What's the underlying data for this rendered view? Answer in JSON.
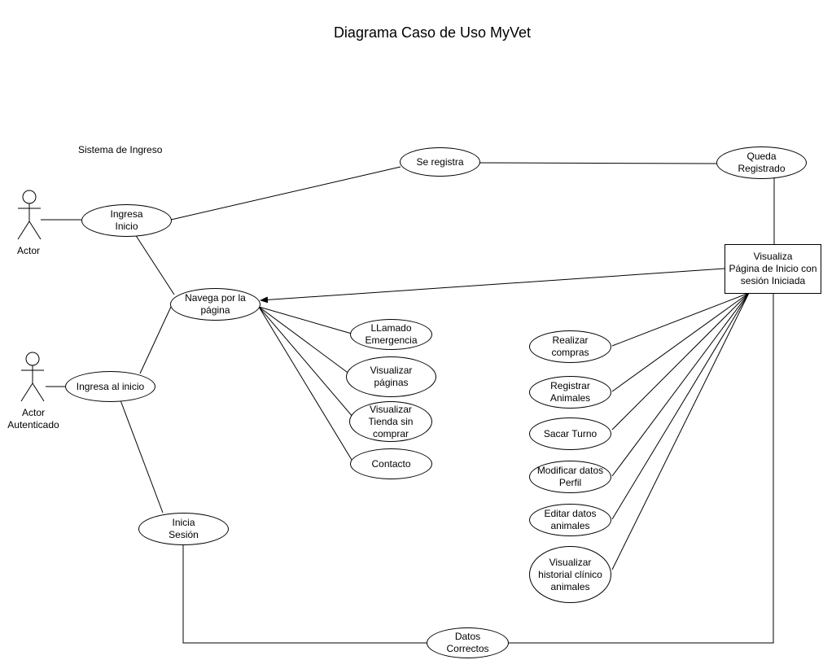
{
  "title": "Diagrama Caso de Uso MyVet",
  "system_label": "Sistema de Ingreso",
  "actors": {
    "actor": "Actor",
    "authenticated": "Actor\nAutenticado"
  },
  "use_cases": {
    "ingresa_inicio": "Ingresa\nInicio",
    "se_registra": "Se registra",
    "queda_registrado": "Queda\nRegistrado",
    "navega": "Navega por la\npágina",
    "ingresa_al_inicio": "Ingresa al inicio",
    "llamado_emergencia": "LLamado\nEmergencia",
    "visualizar_paginas": "Visualizar\npáginas",
    "visualizar_tienda": "Visualizar\nTienda sin\ncomprar",
    "contacto": "Contacto",
    "inicia_sesion": "Inicia\nSesión",
    "datos_correctos": "Datos\nCorrectos",
    "realizar_compras": "Realizar\ncompras",
    "registrar_animales": "Registrar\nAnimales",
    "sacar_turno": "Sacar Turno",
    "modificar_perfil": "Modificar datos\nPerfil",
    "editar_animales": "Editar datos\nanimales",
    "historial_clinico": "Visualizar\nhistorial clínico\nanimales"
  },
  "visualiza_box": "Visualiza\nPágina de Inicio con\nsesión Iniciada"
}
